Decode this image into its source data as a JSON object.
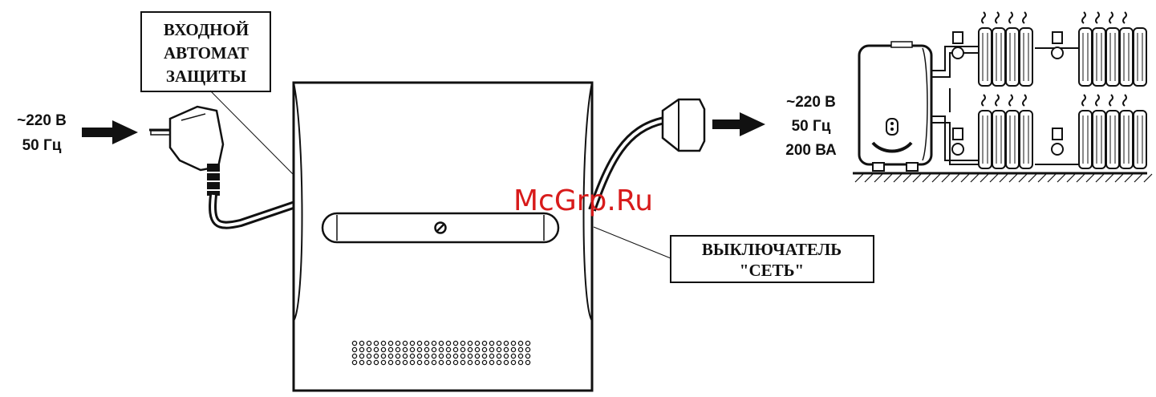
{
  "input": {
    "voltage": "~220 В",
    "frequency": "50 Гц"
  },
  "breaker_box": {
    "line1": "ВХОДНОЙ",
    "line2": "АВТОМАТ",
    "line3": "ЗАЩИТЫ"
  },
  "output": {
    "voltage": "~220 В",
    "frequency": "50 Гц",
    "power": "200 ВА"
  },
  "switch_box": {
    "line1": "ВЫКЛЮЧАТЕЛЬ",
    "line2": "\"СЕТЬ\""
  },
  "watermark": "McGrp.Ru",
  "icons": [
    "plug-icon",
    "socket-icon",
    "boiler-icon",
    "radiator-icon",
    "arrow-icon"
  ]
}
